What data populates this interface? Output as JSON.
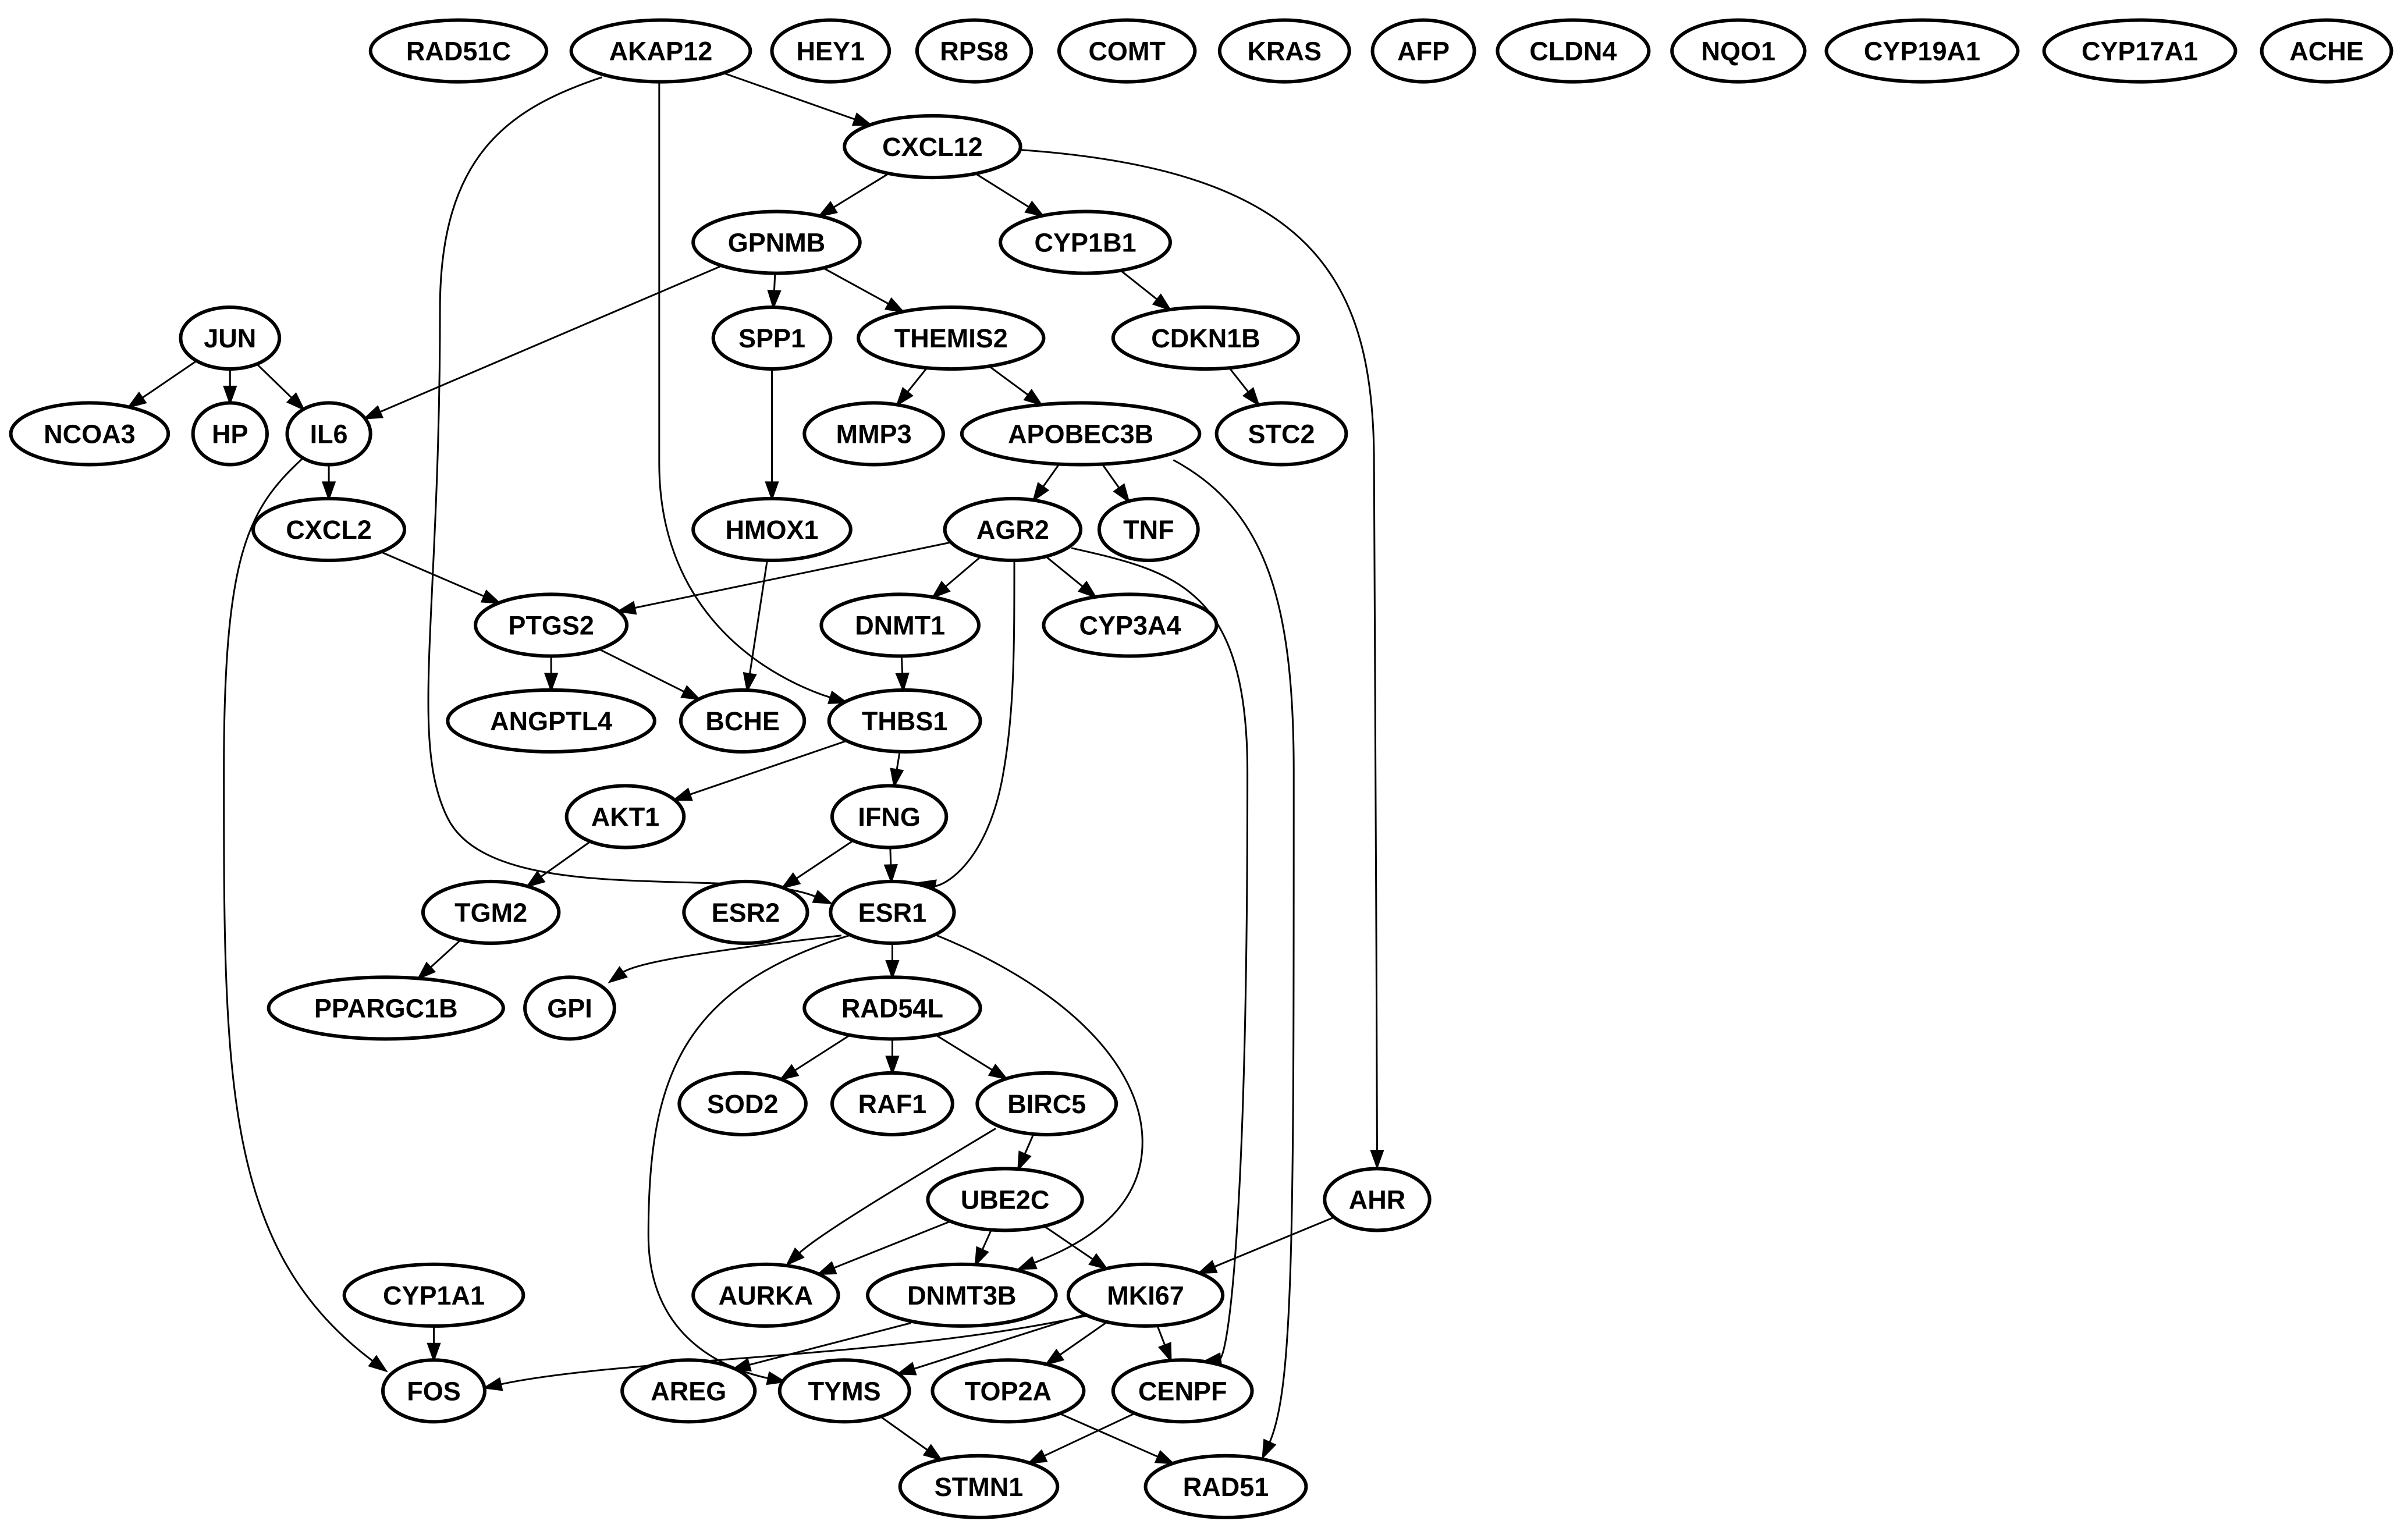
{
  "nodes": [
    {
      "id": "RAD51C",
      "label": "RAD51C"
    },
    {
      "id": "AKAP12",
      "label": "AKAP12"
    },
    {
      "id": "HEY1",
      "label": "HEY1"
    },
    {
      "id": "RPS8",
      "label": "RPS8"
    },
    {
      "id": "COMT",
      "label": "COMT"
    },
    {
      "id": "KRAS",
      "label": "KRAS"
    },
    {
      "id": "AFP",
      "label": "AFP"
    },
    {
      "id": "CLDN4",
      "label": "CLDN4"
    },
    {
      "id": "NQO1",
      "label": "NQO1"
    },
    {
      "id": "CYP19A1",
      "label": "CYP19A1"
    },
    {
      "id": "CYP17A1",
      "label": "CYP17A1"
    },
    {
      "id": "ACHE",
      "label": "ACHE"
    },
    {
      "id": "CXCL12",
      "label": "CXCL12"
    },
    {
      "id": "GPNMB",
      "label": "GPNMB"
    },
    {
      "id": "CYP1B1",
      "label": "CYP1B1"
    },
    {
      "id": "JUN",
      "label": "JUN"
    },
    {
      "id": "SPP1",
      "label": "SPP1"
    },
    {
      "id": "THEMIS2",
      "label": "THEMIS2"
    },
    {
      "id": "CDKN1B",
      "label": "CDKN1B"
    },
    {
      "id": "NCOA3",
      "label": "NCOA3"
    },
    {
      "id": "HP",
      "label": "HP"
    },
    {
      "id": "IL6",
      "label": "IL6"
    },
    {
      "id": "MMP3",
      "label": "MMP3"
    },
    {
      "id": "APOBEC3B",
      "label": "APOBEC3B"
    },
    {
      "id": "STC2",
      "label": "STC2"
    },
    {
      "id": "CXCL2",
      "label": "CXCL2"
    },
    {
      "id": "HMOX1",
      "label": "HMOX1"
    },
    {
      "id": "AGR2",
      "label": "AGR2"
    },
    {
      "id": "TNF",
      "label": "TNF"
    },
    {
      "id": "PTGS2",
      "label": "PTGS2"
    },
    {
      "id": "DNMT1",
      "label": "DNMT1"
    },
    {
      "id": "CYP3A4",
      "label": "CYP3A4"
    },
    {
      "id": "ANGPTL4",
      "label": "ANGPTL4"
    },
    {
      "id": "BCHE",
      "label": "BCHE"
    },
    {
      "id": "THBS1",
      "label": "THBS1"
    },
    {
      "id": "AKT1",
      "label": "AKT1"
    },
    {
      "id": "IFNG",
      "label": "IFNG"
    },
    {
      "id": "TGM2",
      "label": "TGM2"
    },
    {
      "id": "ESR2",
      "label": "ESR2"
    },
    {
      "id": "ESR1",
      "label": "ESR1"
    },
    {
      "id": "PPARGC1B",
      "label": "PPARGC1B"
    },
    {
      "id": "GPI",
      "label": "GPI"
    },
    {
      "id": "RAD54L",
      "label": "RAD54L"
    },
    {
      "id": "SOD2",
      "label": "SOD2"
    },
    {
      "id": "RAF1",
      "label": "RAF1"
    },
    {
      "id": "BIRC5",
      "label": "BIRC5"
    },
    {
      "id": "UBE2C",
      "label": "UBE2C"
    },
    {
      "id": "AHR",
      "label": "AHR"
    },
    {
      "id": "CYP1A1",
      "label": "CYP1A1"
    },
    {
      "id": "AURKA",
      "label": "AURKA"
    },
    {
      "id": "DNMT3B",
      "label": "DNMT3B"
    },
    {
      "id": "MKI67",
      "label": "MKI67"
    },
    {
      "id": "FOS",
      "label": "FOS"
    },
    {
      "id": "AREG",
      "label": "AREG"
    },
    {
      "id": "TYMS",
      "label": "TYMS"
    },
    {
      "id": "TOP2A",
      "label": "TOP2A"
    },
    {
      "id": "CENPF",
      "label": "CENPF"
    },
    {
      "id": "STMN1",
      "label": "STMN1"
    },
    {
      "id": "RAD51",
      "label": "RAD51"
    }
  ],
  "edges": [
    {
      "from": "AKAP12",
      "to": "CXCL12"
    },
    {
      "from": "AKAP12",
      "to": "THBS1"
    },
    {
      "from": "AKAP12",
      "to": "ESR1"
    },
    {
      "from": "CXCL12",
      "to": "GPNMB"
    },
    {
      "from": "CXCL12",
      "to": "CYP1B1"
    },
    {
      "from": "CXCL12",
      "to": "AHR"
    },
    {
      "from": "GPNMB",
      "to": "SPP1"
    },
    {
      "from": "GPNMB",
      "to": "THEMIS2"
    },
    {
      "from": "GPNMB",
      "to": "IL6"
    },
    {
      "from": "CYP1B1",
      "to": "CDKN1B"
    },
    {
      "from": "JUN",
      "to": "NCOA3"
    },
    {
      "from": "JUN",
      "to": "HP"
    },
    {
      "from": "JUN",
      "to": "IL6"
    },
    {
      "from": "SPP1",
      "to": "HMOX1"
    },
    {
      "from": "THEMIS2",
      "to": "MMP3"
    },
    {
      "from": "THEMIS2",
      "to": "APOBEC3B"
    },
    {
      "from": "CDKN1B",
      "to": "STC2"
    },
    {
      "from": "IL6",
      "to": "CXCL2"
    },
    {
      "from": "IL6",
      "to": "FOS"
    },
    {
      "from": "APOBEC3B",
      "to": "AGR2"
    },
    {
      "from": "APOBEC3B",
      "to": "TNF"
    },
    {
      "from": "APOBEC3B",
      "to": "RAD51"
    },
    {
      "from": "CXCL2",
      "to": "PTGS2"
    },
    {
      "from": "HMOX1",
      "to": "BCHE"
    },
    {
      "from": "AGR2",
      "to": "PTGS2"
    },
    {
      "from": "AGR2",
      "to": "DNMT1"
    },
    {
      "from": "AGR2",
      "to": "CYP3A4"
    },
    {
      "from": "AGR2",
      "to": "ESR1"
    },
    {
      "from": "AGR2",
      "to": "CENPF"
    },
    {
      "from": "PTGS2",
      "to": "ANGPTL4"
    },
    {
      "from": "PTGS2",
      "to": "BCHE"
    },
    {
      "from": "DNMT1",
      "to": "THBS1"
    },
    {
      "from": "THBS1",
      "to": "AKT1"
    },
    {
      "from": "THBS1",
      "to": "IFNG"
    },
    {
      "from": "AKT1",
      "to": "TGM2"
    },
    {
      "from": "IFNG",
      "to": "ESR2"
    },
    {
      "from": "IFNG",
      "to": "ESR1"
    },
    {
      "from": "TGM2",
      "to": "PPARGC1B"
    },
    {
      "from": "ESR1",
      "to": "GPI"
    },
    {
      "from": "ESR1",
      "to": "RAD54L"
    },
    {
      "from": "ESR1",
      "to": "TYMS"
    },
    {
      "from": "ESR1",
      "to": "DNMT3B"
    },
    {
      "from": "RAD54L",
      "to": "SOD2"
    },
    {
      "from": "RAD54L",
      "to": "RAF1"
    },
    {
      "from": "RAD54L",
      "to": "BIRC5"
    },
    {
      "from": "BIRC5",
      "to": "UBE2C"
    },
    {
      "from": "BIRC5",
      "to": "AURKA"
    },
    {
      "from": "UBE2C",
      "to": "AURKA"
    },
    {
      "from": "UBE2C",
      "to": "DNMT3B"
    },
    {
      "from": "UBE2C",
      "to": "MKI67"
    },
    {
      "from": "AHR",
      "to": "MKI67"
    },
    {
      "from": "CYP1A1",
      "to": "FOS"
    },
    {
      "from": "DNMT3B",
      "to": "AREG"
    },
    {
      "from": "MKI67",
      "to": "FOS"
    },
    {
      "from": "MKI67",
      "to": "TYMS"
    },
    {
      "from": "MKI67",
      "to": "TOP2A"
    },
    {
      "from": "MKI67",
      "to": "CENPF"
    },
    {
      "from": "TYMS",
      "to": "STMN1"
    },
    {
      "from": "TOP2A",
      "to": "RAD51"
    },
    {
      "from": "CENPF",
      "to": "STMN1"
    }
  ]
}
